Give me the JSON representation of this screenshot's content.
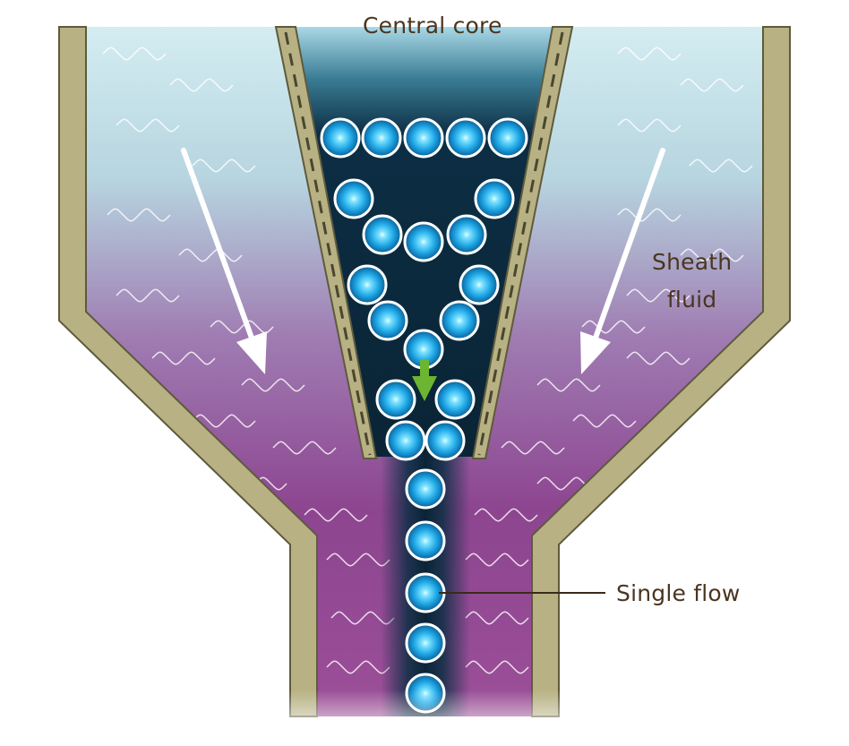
{
  "labels": {
    "central_core": "Central core",
    "sheath_line1": "Sheath",
    "sheath_line2": "fluid",
    "single_flow": "Single flow"
  },
  "colors": {
    "sheath_top": "#c9e8ee",
    "sheath_bottom": "#8e3f8a",
    "core_dark": "#0a2a3a",
    "core_top": "#9fd3e2",
    "wall_fill": "#b8b184",
    "wall_stroke": "#5e5a3c",
    "particle_inner": "#59d8ff",
    "particle_outer": "#0d6ea8",
    "arrow_white": "#ffffff",
    "arrow_green": "#6cb530",
    "label_text": "#4a3520"
  }
}
